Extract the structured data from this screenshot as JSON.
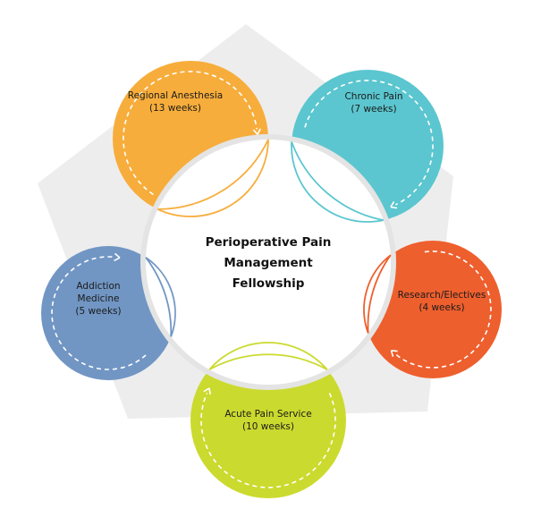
{
  "center": {
    "title_lines": [
      "Perioperative Pain",
      "Management",
      "Fellowship"
    ]
  },
  "petals": [
    {
      "key": "regional-anesthesia",
      "lines": [
        "Regional Anesthesia",
        "(13 weeks)"
      ],
      "color": "#F7AD3C"
    },
    {
      "key": "chronic-pain",
      "lines": [
        "Chronic Pain",
        "(7 weeks)"
      ],
      "color": "#5BC6CF"
    },
    {
      "key": "research-electives",
      "lines": [
        "Research/Electives",
        "(4 weeks)"
      ],
      "color": "#EE5F2E"
    },
    {
      "key": "acute-pain-service",
      "lines": [
        "Acute Pain Service",
        "(10 weeks)"
      ],
      "color": "#CBDA2E"
    },
    {
      "key": "addiction-medicine",
      "lines": [
        "Addiction",
        "Medicine",
        "(5 weeks)"
      ],
      "color": "#7196C4"
    }
  ],
  "colors": {
    "pentagon": "#EEEDED",
    "center_fill": "#FFFFFF",
    "center_ring": "#E4E4E4"
  }
}
